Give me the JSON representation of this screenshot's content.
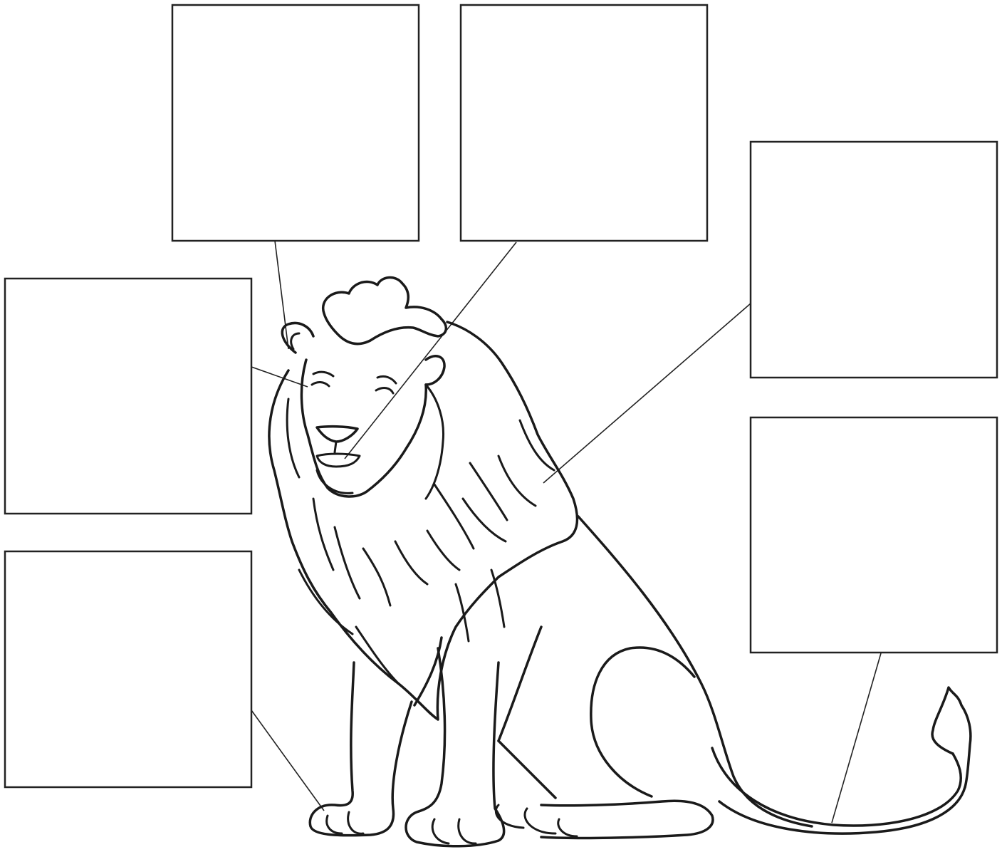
{
  "worksheet": {
    "subject": "lion",
    "labels": [
      {
        "id": "ear",
        "text": ""
      },
      {
        "id": "mane",
        "text": ""
      },
      {
        "id": "eye",
        "text": ""
      },
      {
        "id": "body",
        "text": ""
      },
      {
        "id": "paw",
        "text": ""
      },
      {
        "id": "tail",
        "text": ""
      }
    ]
  },
  "colors": {
    "line": "#1a1a1a",
    "background": "#ffffff"
  }
}
